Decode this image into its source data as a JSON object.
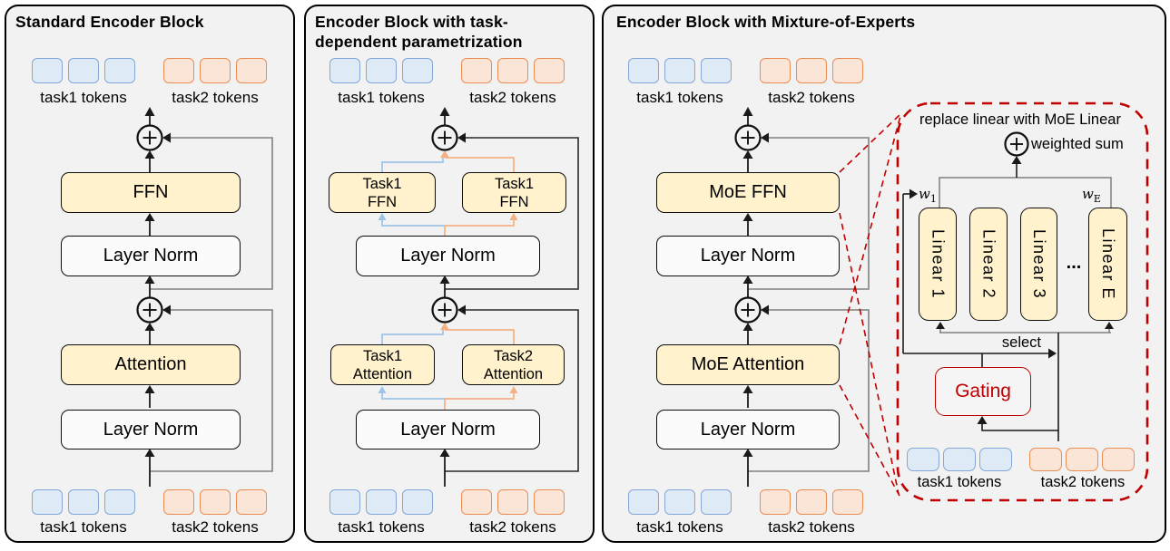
{
  "colors": {
    "panel_bg": "#F2F2F2",
    "block_yellow": "#FFF2CC",
    "token_blue_fill": "#DEEAF6",
    "token_blue_border": "#84A7D8",
    "token_orange_fill": "#FBE5D6",
    "token_orange_border": "#EC8C55",
    "accent_red": "#C00000",
    "residual_gray": "#808080",
    "route_blue": "#9DC3E6",
    "route_orange": "#F4B183"
  },
  "labels": {
    "task1_tokens": "task1 tokens",
    "task2_tokens": "task2 tokens",
    "layer_norm": "Layer Norm"
  },
  "panel1": {
    "title": "Standard Encoder Block",
    "ffn": "FFN",
    "attention": "Attention"
  },
  "panel2": {
    "title": "Encoder Block with  task-\ndependent parametrization",
    "ffn1": "Task1\nFFN",
    "ffn2": "Task1\nFFN",
    "attention1": "Task1\nAttention",
    "attention2": "Task2\nAttention"
  },
  "panel3": {
    "title": "Encoder Block with  Mixture-of-Experts",
    "moe_ffn": "MoE FFN",
    "moe_attention": "MoE Attention",
    "inset": {
      "caption": "replace linear with MoE Linear",
      "weighted_sum": "weighted sum",
      "w1_base": "w",
      "w1_sub": "1",
      "wE_base": "w",
      "wE_sub": "E",
      "expert1": "Linear 1",
      "expert2": "Linear 2",
      "expert3": "Linear 3",
      "expertE": "Linear E",
      "ellipsis": "...",
      "select_label": "select",
      "gating": "Gating"
    }
  }
}
